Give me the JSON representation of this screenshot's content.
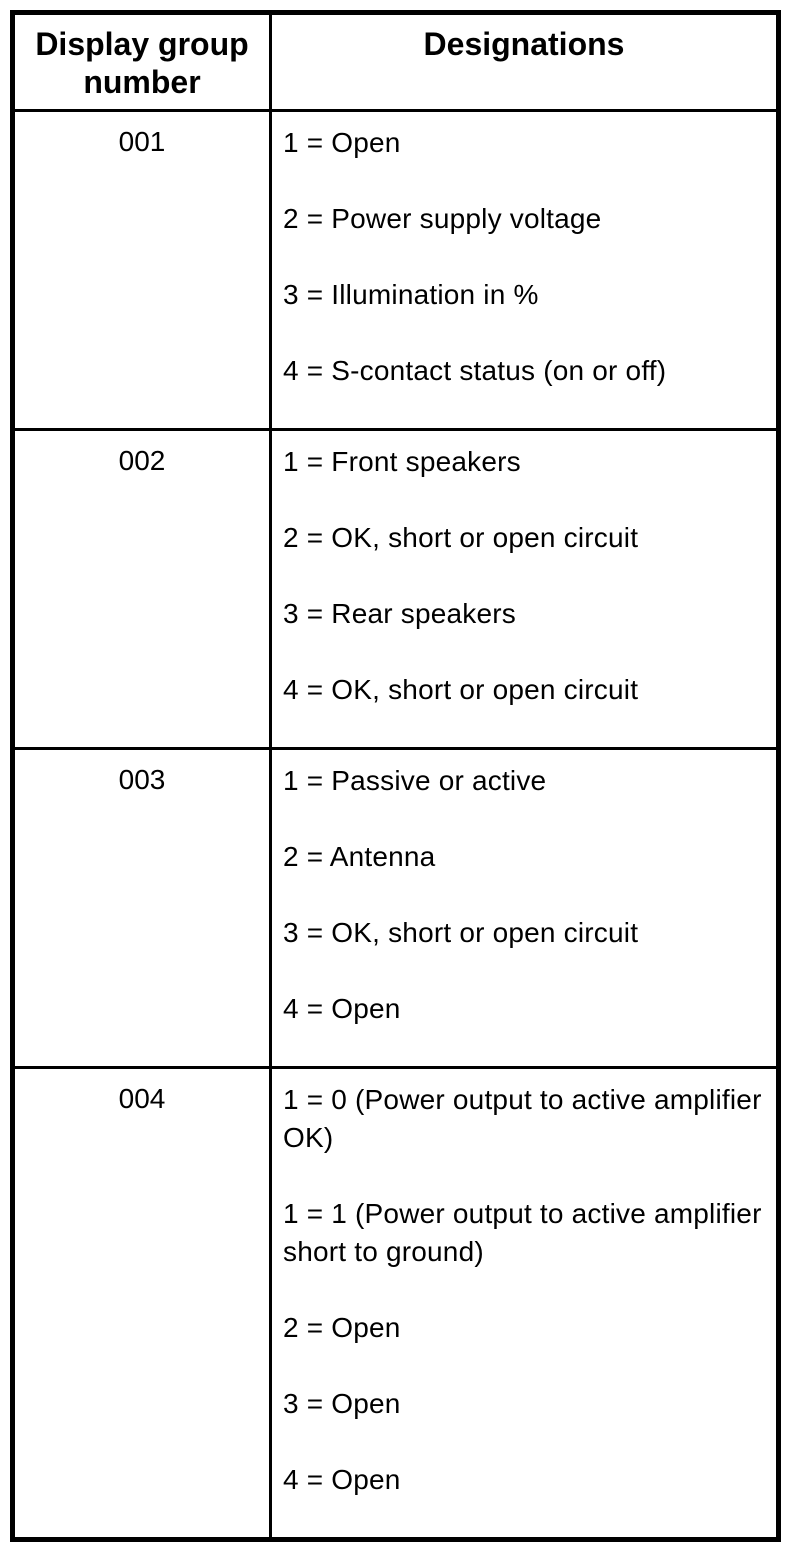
{
  "table": {
    "headers": {
      "group": "Display group number",
      "designations": "Designations"
    },
    "rows": [
      {
        "group": "001",
        "designations": [
          "1 = Open",
          "2 = Power supply voltage",
          "3 = Illumination in %",
          "4 = S-contact status (on or off)"
        ]
      },
      {
        "group": "002",
        "designations": [
          "1 = Front speakers",
          "2 = OK, short or open circuit",
          "3 = Rear speakers",
          "4 = OK, short or open circuit"
        ]
      },
      {
        "group": "003",
        "designations": [
          "1 = Passive or active",
          "2 = Antenna",
          "3 = OK, short or open circuit",
          "4 = Open"
        ]
      },
      {
        "group": "004",
        "designations": [
          "1 = 0 (Power output to active amplifier OK)",
          "1 = 1 (Power output to active amplifier short to ground)",
          "2 = Open",
          "3 = Open",
          "4 = Open"
        ]
      }
    ]
  },
  "colors": {
    "border": "#000000",
    "text": "#000000",
    "background": "#ffffff"
  }
}
